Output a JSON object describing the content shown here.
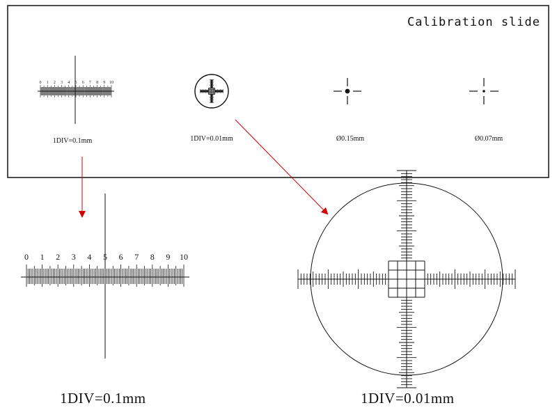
{
  "slide": {
    "title": "Calibration slide",
    "targets": [
      {
        "id": "ruler",
        "label": "1DIV=0.1mm"
      },
      {
        "id": "grid",
        "label": "1DIV=0.01mm"
      },
      {
        "id": "dot-large",
        "label": "Ø0.15mm"
      },
      {
        "id": "dot-small",
        "label": "Ø0.07mm"
      }
    ]
  },
  "ruler": {
    "numbers": [
      "0",
      "1",
      "2",
      "3",
      "4",
      "5",
      "6",
      "7",
      "8",
      "9",
      "10"
    ],
    "divisions": 100
  },
  "grid_reticle": {
    "cells": 4,
    "arm_divisions": 30
  },
  "captions": {
    "ruler": "1DIV=0.1mm",
    "grid": "1DIV=0.01mm"
  },
  "colors": {
    "line": "#111111",
    "arrow": "#d40000"
  }
}
